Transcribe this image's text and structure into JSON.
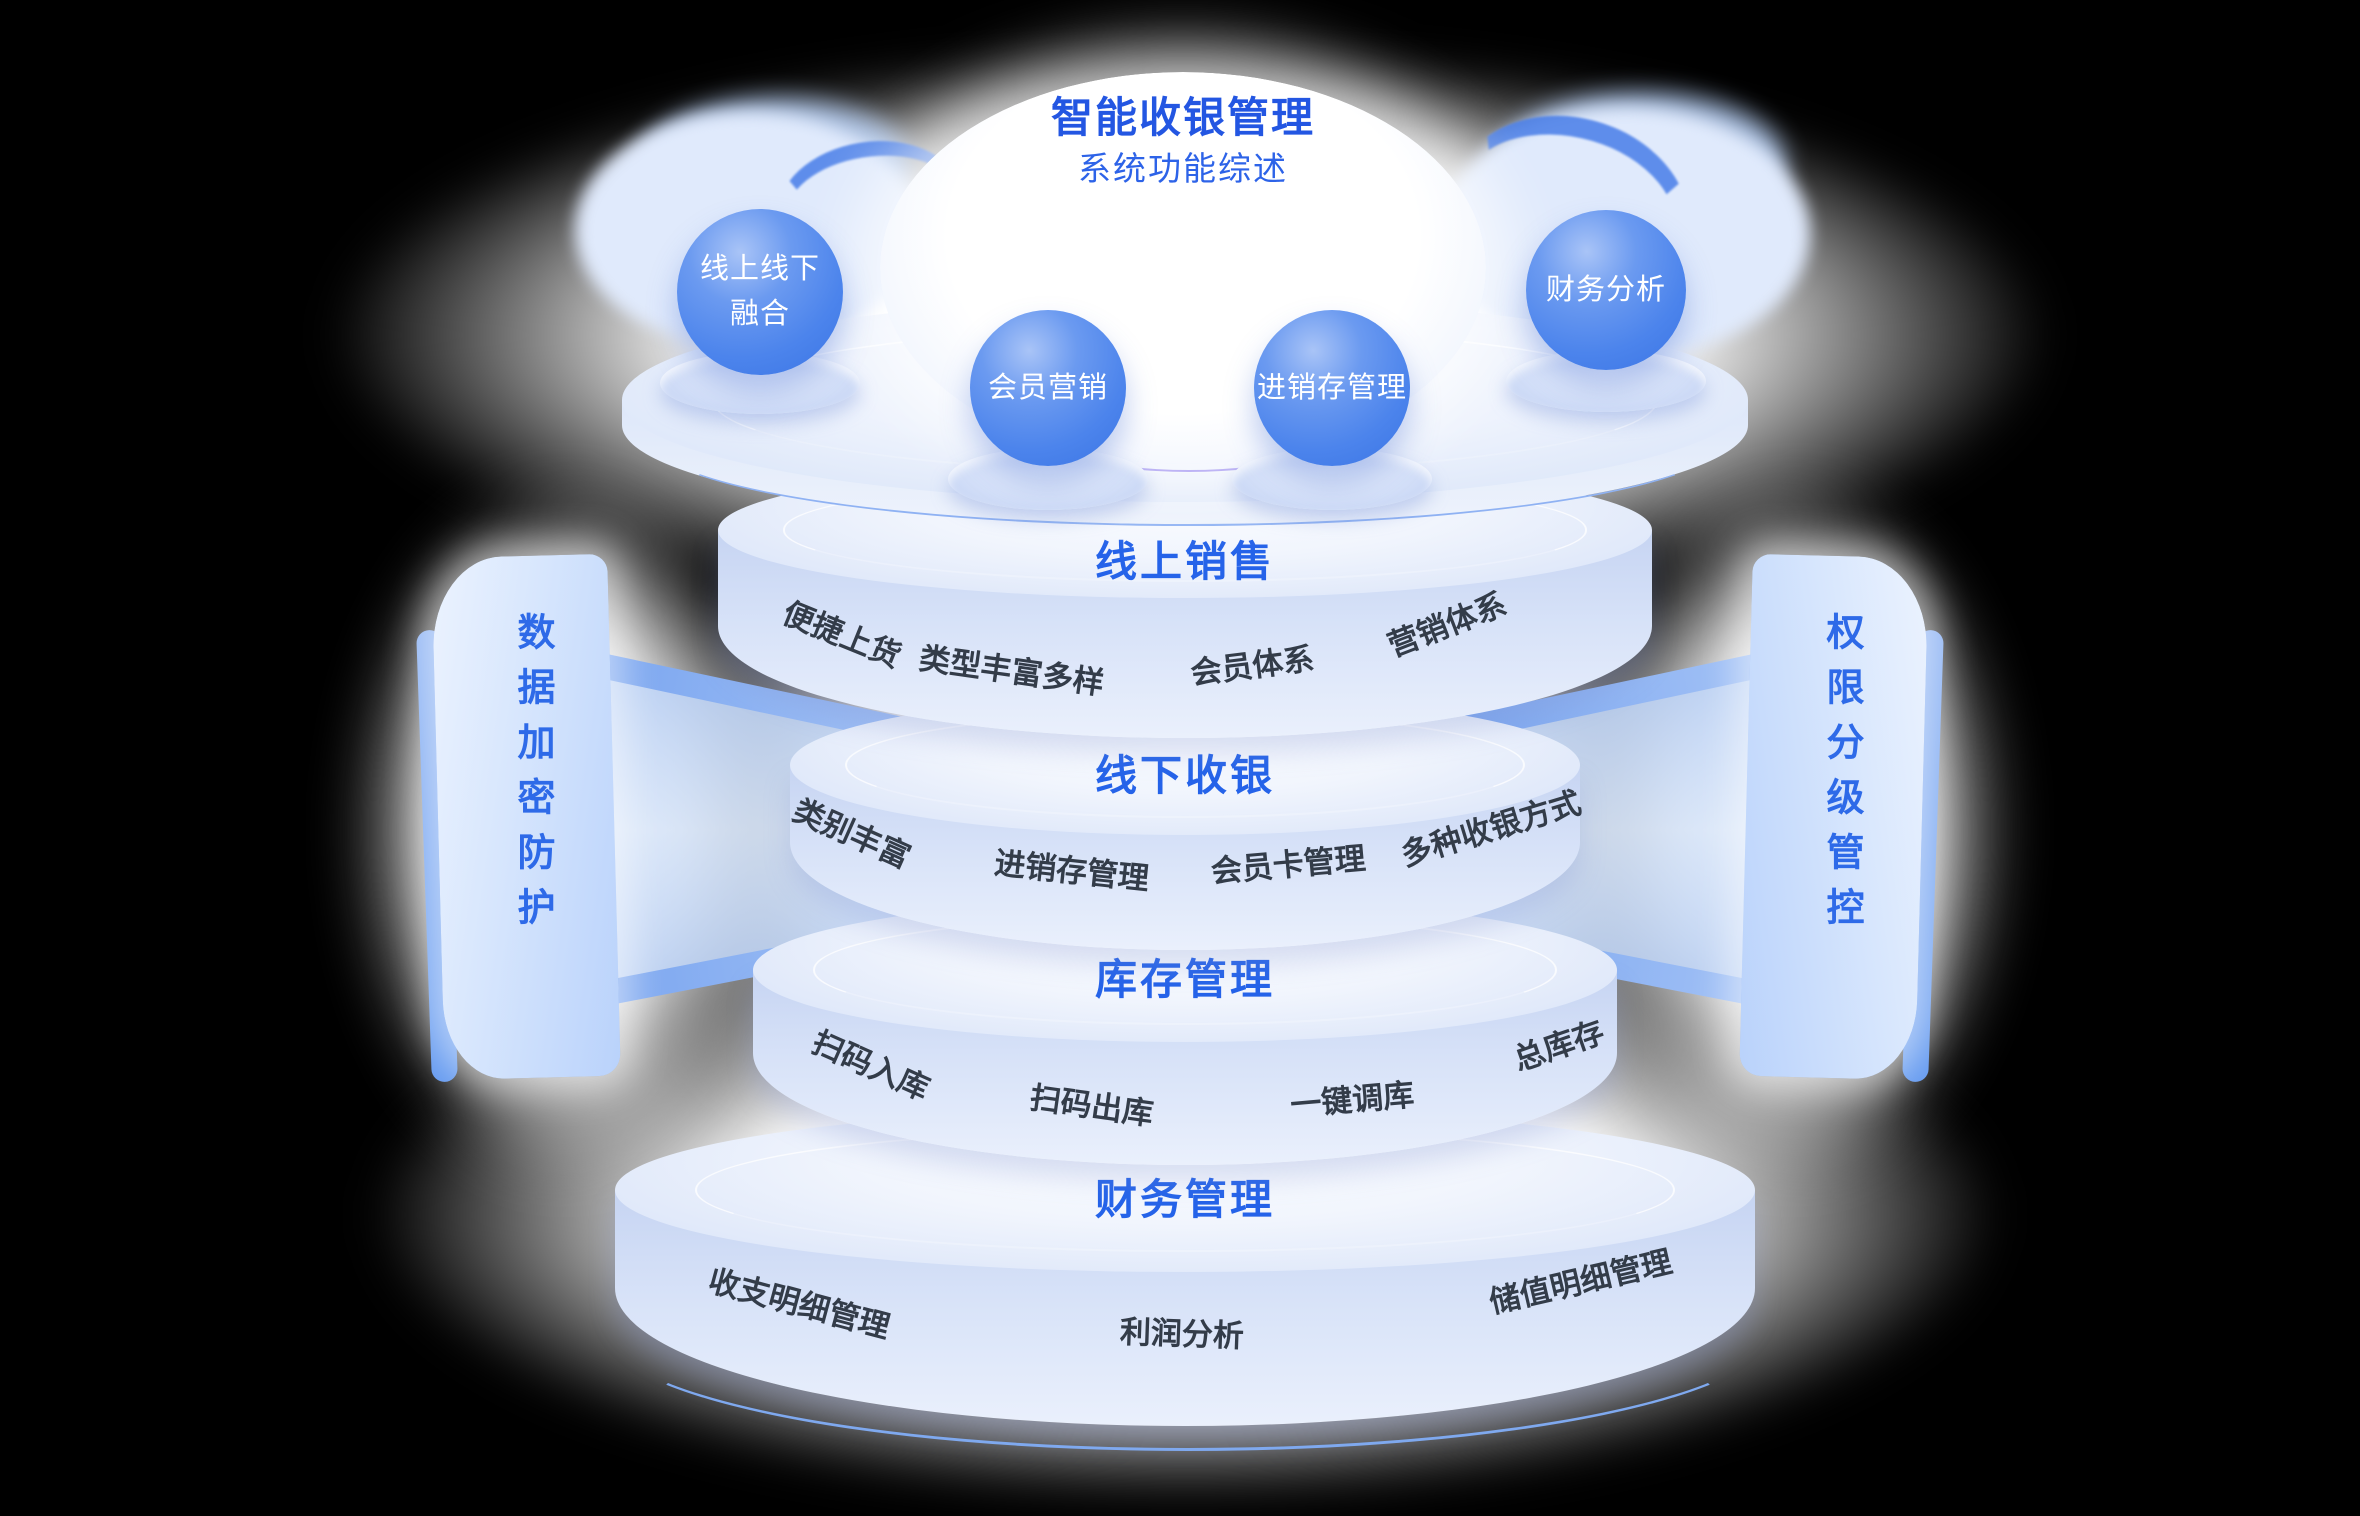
{
  "palette": {
    "background": "#000000",
    "title_blue": "#2356e2",
    "accent_blue": "#2e6ae8",
    "sphere_blue": "#4c84ec",
    "band_blue": "#c6d4f2",
    "item_text": "#333c49"
  },
  "header": {
    "title": "智能收银管理",
    "subtitle": "系统功能综述"
  },
  "spheres": [
    {
      "name": "online-offline-fusion",
      "lines": [
        "线上线下",
        "融合"
      ]
    },
    {
      "name": "member-marketing",
      "lines": [
        "会员营销"
      ]
    },
    {
      "name": "purchase-sales-inventory",
      "lines": [
        "进销存管理"
      ]
    },
    {
      "name": "financial-analysis",
      "lines": [
        "财务分析"
      ]
    }
  ],
  "side_panels": {
    "left": {
      "text": "数据加密防护"
    },
    "right": {
      "text": "权限分级管控"
    }
  },
  "layers": [
    {
      "title": "线上销售",
      "items": [
        "便捷上货",
        "类型丰富多样",
        "会员体系",
        "营销体系"
      ]
    },
    {
      "title": "线下收银",
      "items": [
        "类别丰富",
        "进销存管理",
        "会员卡管理",
        "多种收银方式"
      ]
    },
    {
      "title": "库存管理",
      "items": [
        "扫码入库",
        "扫码出库",
        "一键调库",
        "总库存"
      ]
    },
    {
      "title": "财务管理",
      "items": [
        "收支明细管理",
        "利润分析",
        "储值明细管理"
      ]
    }
  ]
}
